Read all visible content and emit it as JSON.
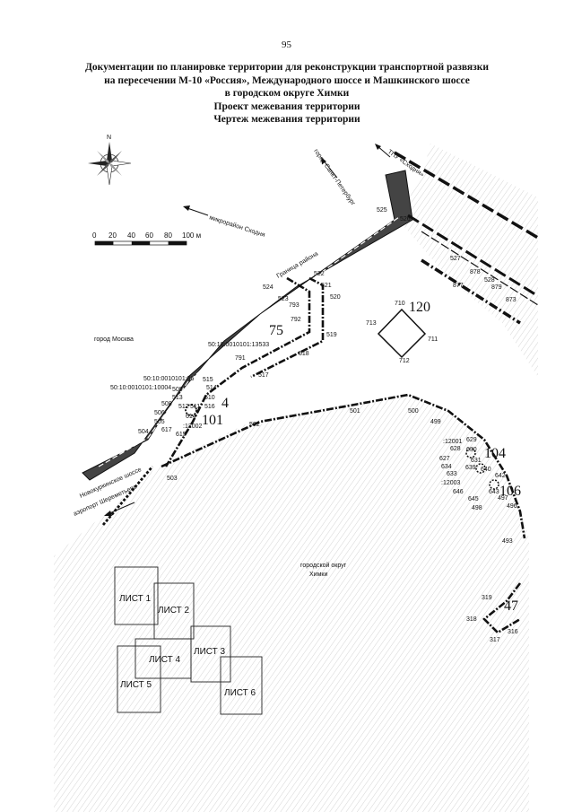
{
  "page_number": "95",
  "header": {
    "line1": "Документации по планировке территории для реконструкции транспортной развязки",
    "line2": "на пересечении М-10 «Россия», Международного шоссе и Машкинского шоссе",
    "line3": "в городском округе Химки",
    "line4": "Проект межевания территории",
    "line5": "Чертеж межевания территории"
  },
  "compass": {
    "north_label": "N"
  },
  "scale_bar": {
    "ticks": [
      "0",
      "20",
      "40",
      "60",
      "80",
      "100 м"
    ]
  },
  "direction_labels": {
    "skhodnya_district": "микрорайон Сходня",
    "st_petersburg": "город Санкт-Петербург",
    "tpu_skhodnya": "ТПУ «Сходня»",
    "airport": "аэропорт Шереметьево",
    "novokurkinskoe": "Новокуркинское шоссе",
    "border": "Граница района"
  },
  "area_labels": {
    "moscow": "город Москва",
    "khimki_line1": "городской округ",
    "khimki_line2": "Химки"
  },
  "parcels": {
    "p75": "75",
    "p4": "4",
    "p101": "101",
    "p104": "104",
    "p106": "106",
    "p120": "120",
    "p47": "47"
  },
  "cadastral": {
    "c1": "50:10:0010101:13533",
    "c2": "50:10:0010101:36",
    "c3": "50:10:0010101:10004",
    "c4": ":12002",
    "c5": ":12001",
    "c6": ":12003"
  },
  "points": {
    "p525": "525",
    "p526": "526",
    "p527": "527",
    "p878": "878",
    "p877": "877",
    "p528": "528",
    "p879": "879",
    "p873": "873",
    "p522": "522",
    "p521": "521",
    "p524": "524",
    "p523": "523",
    "p793": "793",
    "p520": "520",
    "p792": "792",
    "p519": "519",
    "p518": "518",
    "p791": "791",
    "p517": "517",
    "p515": "515",
    "p514": "514",
    "p509": "509",
    "p513": "513",
    "p510": "510",
    "p508": "508",
    "p512": "512",
    "p511": "511",
    "p516": "516",
    "p506": "506",
    "p614": "614",
    "p505": "505",
    "p617": "617",
    "p615": "615",
    "p504": "504",
    "p503": "503",
    "p502": "502",
    "p501": "501",
    "p500": "500",
    "p499": "499",
    "p629": "629",
    "p628": "628",
    "p630": "630",
    "p627": "627",
    "p631": "631",
    "p634": "634",
    "p633": "633",
    "p639": "639",
    "p640": "640",
    "p642": "642",
    "p646": "646",
    "p643": "643",
    "p645": "645",
    "p497": "497",
    "p498": "498",
    "p496": "496",
    "p493": "493",
    "p710": "710",
    "p713": "713",
    "p711": "711",
    "p712": "712",
    "p319": "319",
    "p318": "318",
    "p317": "317",
    "p316": "316"
  },
  "sheets": [
    "ЛИСТ 1",
    "ЛИСТ 2",
    "ЛИСТ 3",
    "ЛИСТ 4",
    "ЛИСТ 5",
    "ЛИСТ 6"
  ]
}
